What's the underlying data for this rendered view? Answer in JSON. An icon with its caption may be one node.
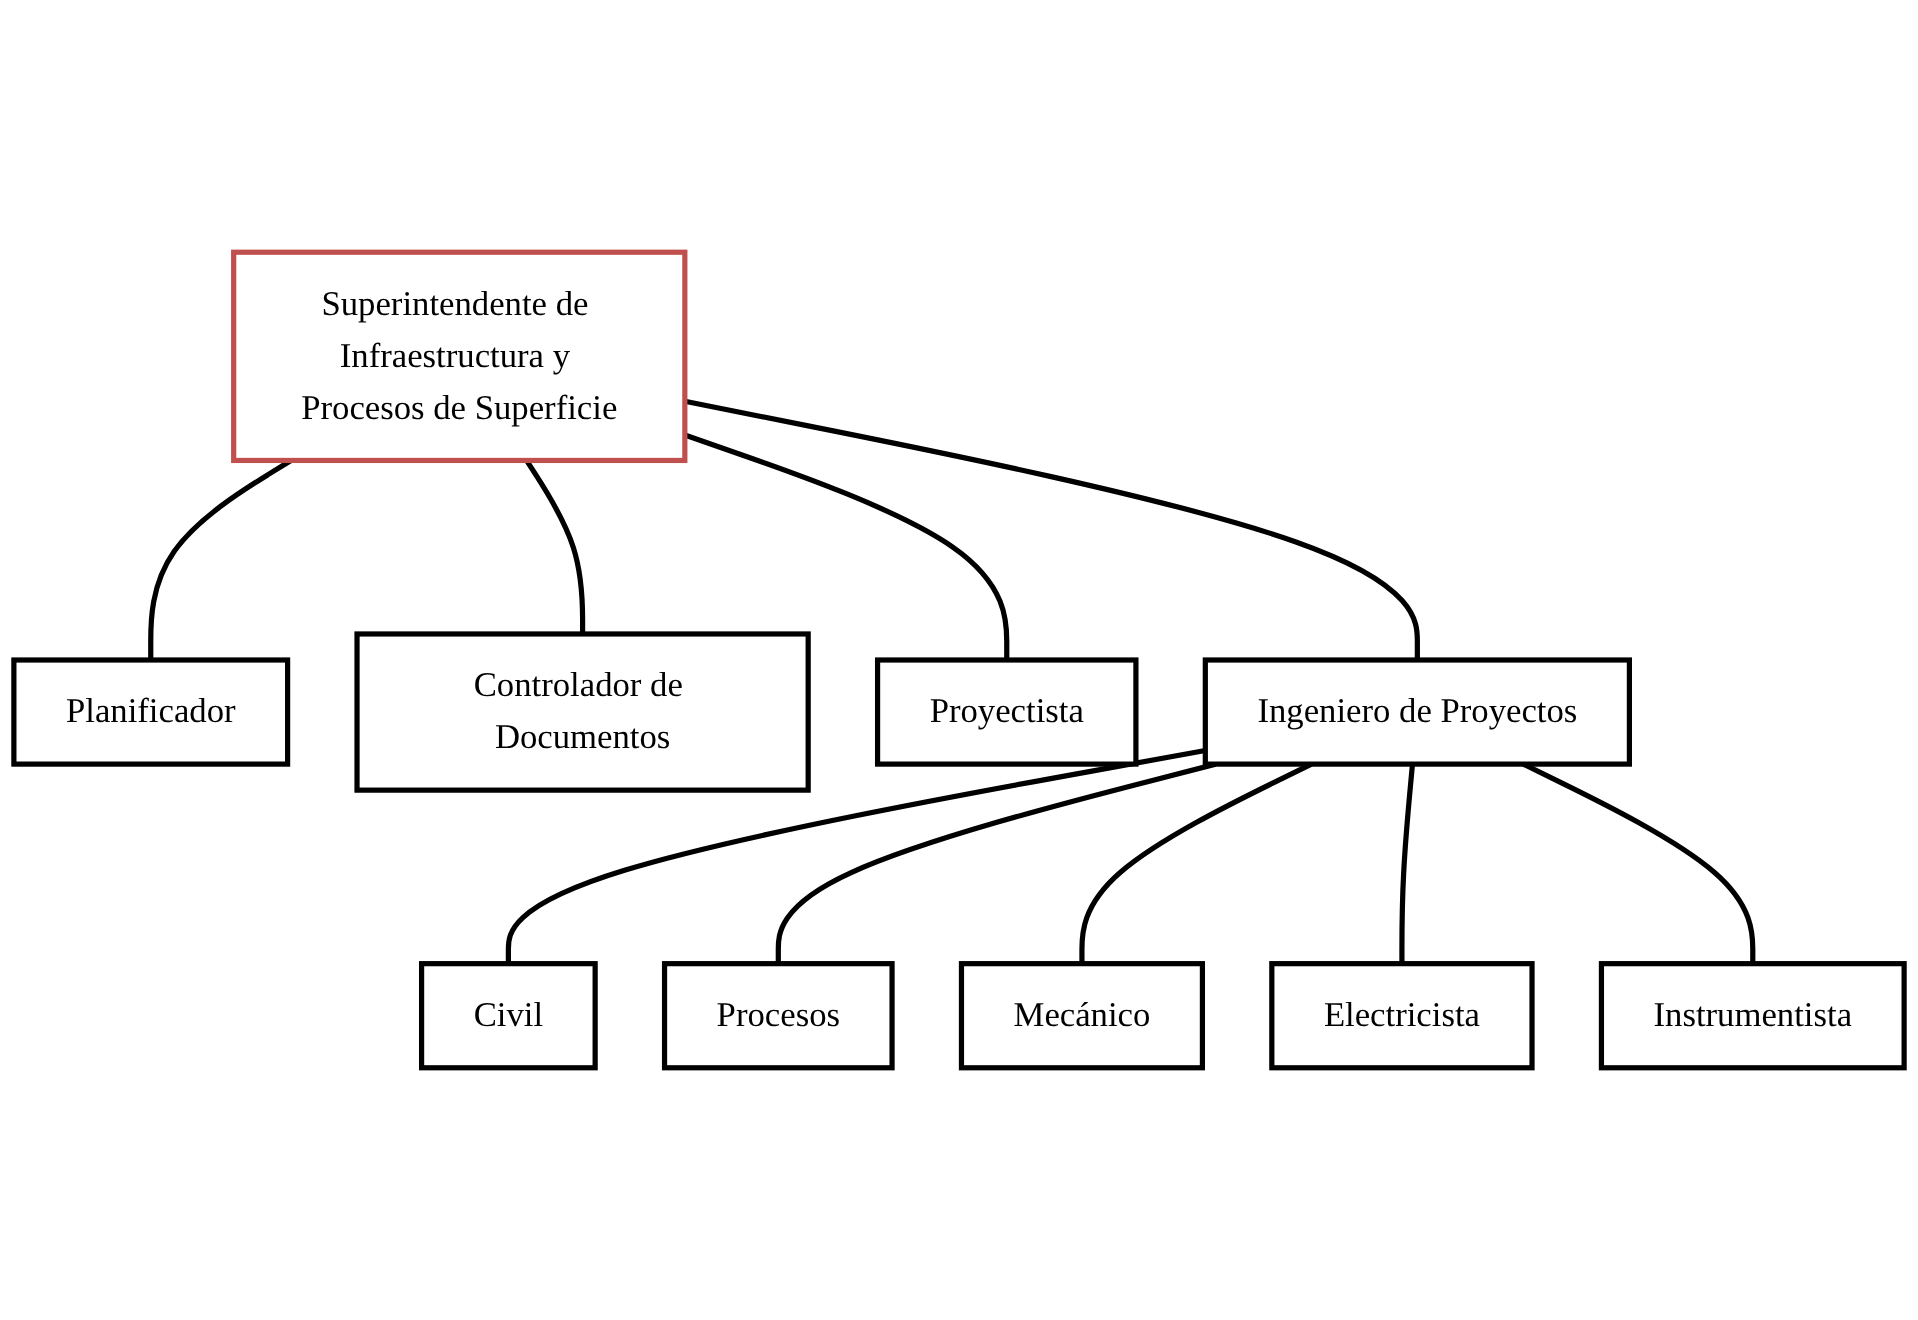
{
  "diagram": {
    "nodes": [
      {
        "text": [
          "Superintendente de Infraestructura y Procesos de Superficie"
        ]
      },
      {
        "text": [
          "Planificador"
        ]
      },
      {
        "text": [
          "Controlador de Documentos"
        ]
      },
      {
        "text": [
          "Proyectista"
        ]
      },
      {
        "text": [
          "Ingeniero de Proyectos"
        ]
      },
      {
        "text": [
          "Civil"
        ]
      },
      {
        "text": [
          "Procesos"
        ]
      },
      {
        "text": [
          "Mecánico"
        ]
      },
      {
        "text": [
          "Electricista"
        ]
      },
      {
        "text": [
          "Instrumentista"
        ]
      }
    ],
    "edges": [
      {
        "from": 0,
        "to": 1,
        "arrow": "none"
      },
      {
        "from": 0,
        "to": 2,
        "arrow": "none"
      },
      {
        "from": 0,
        "to": 3,
        "arrow": "none"
      },
      {
        "from": 0,
        "to": 4,
        "arrow": "none"
      },
      {
        "from": 4,
        "to": 5,
        "arrow": "none"
      },
      {
        "from": 4,
        "to": 6,
        "arrow": "none"
      },
      {
        "from": 4,
        "to": 7,
        "arrow": "none"
      },
      {
        "from": 4,
        "to": 8,
        "arrow": "none"
      },
      {
        "from": 4,
        "to": 9,
        "arrow": "none"
      }
    ]
  }
}
